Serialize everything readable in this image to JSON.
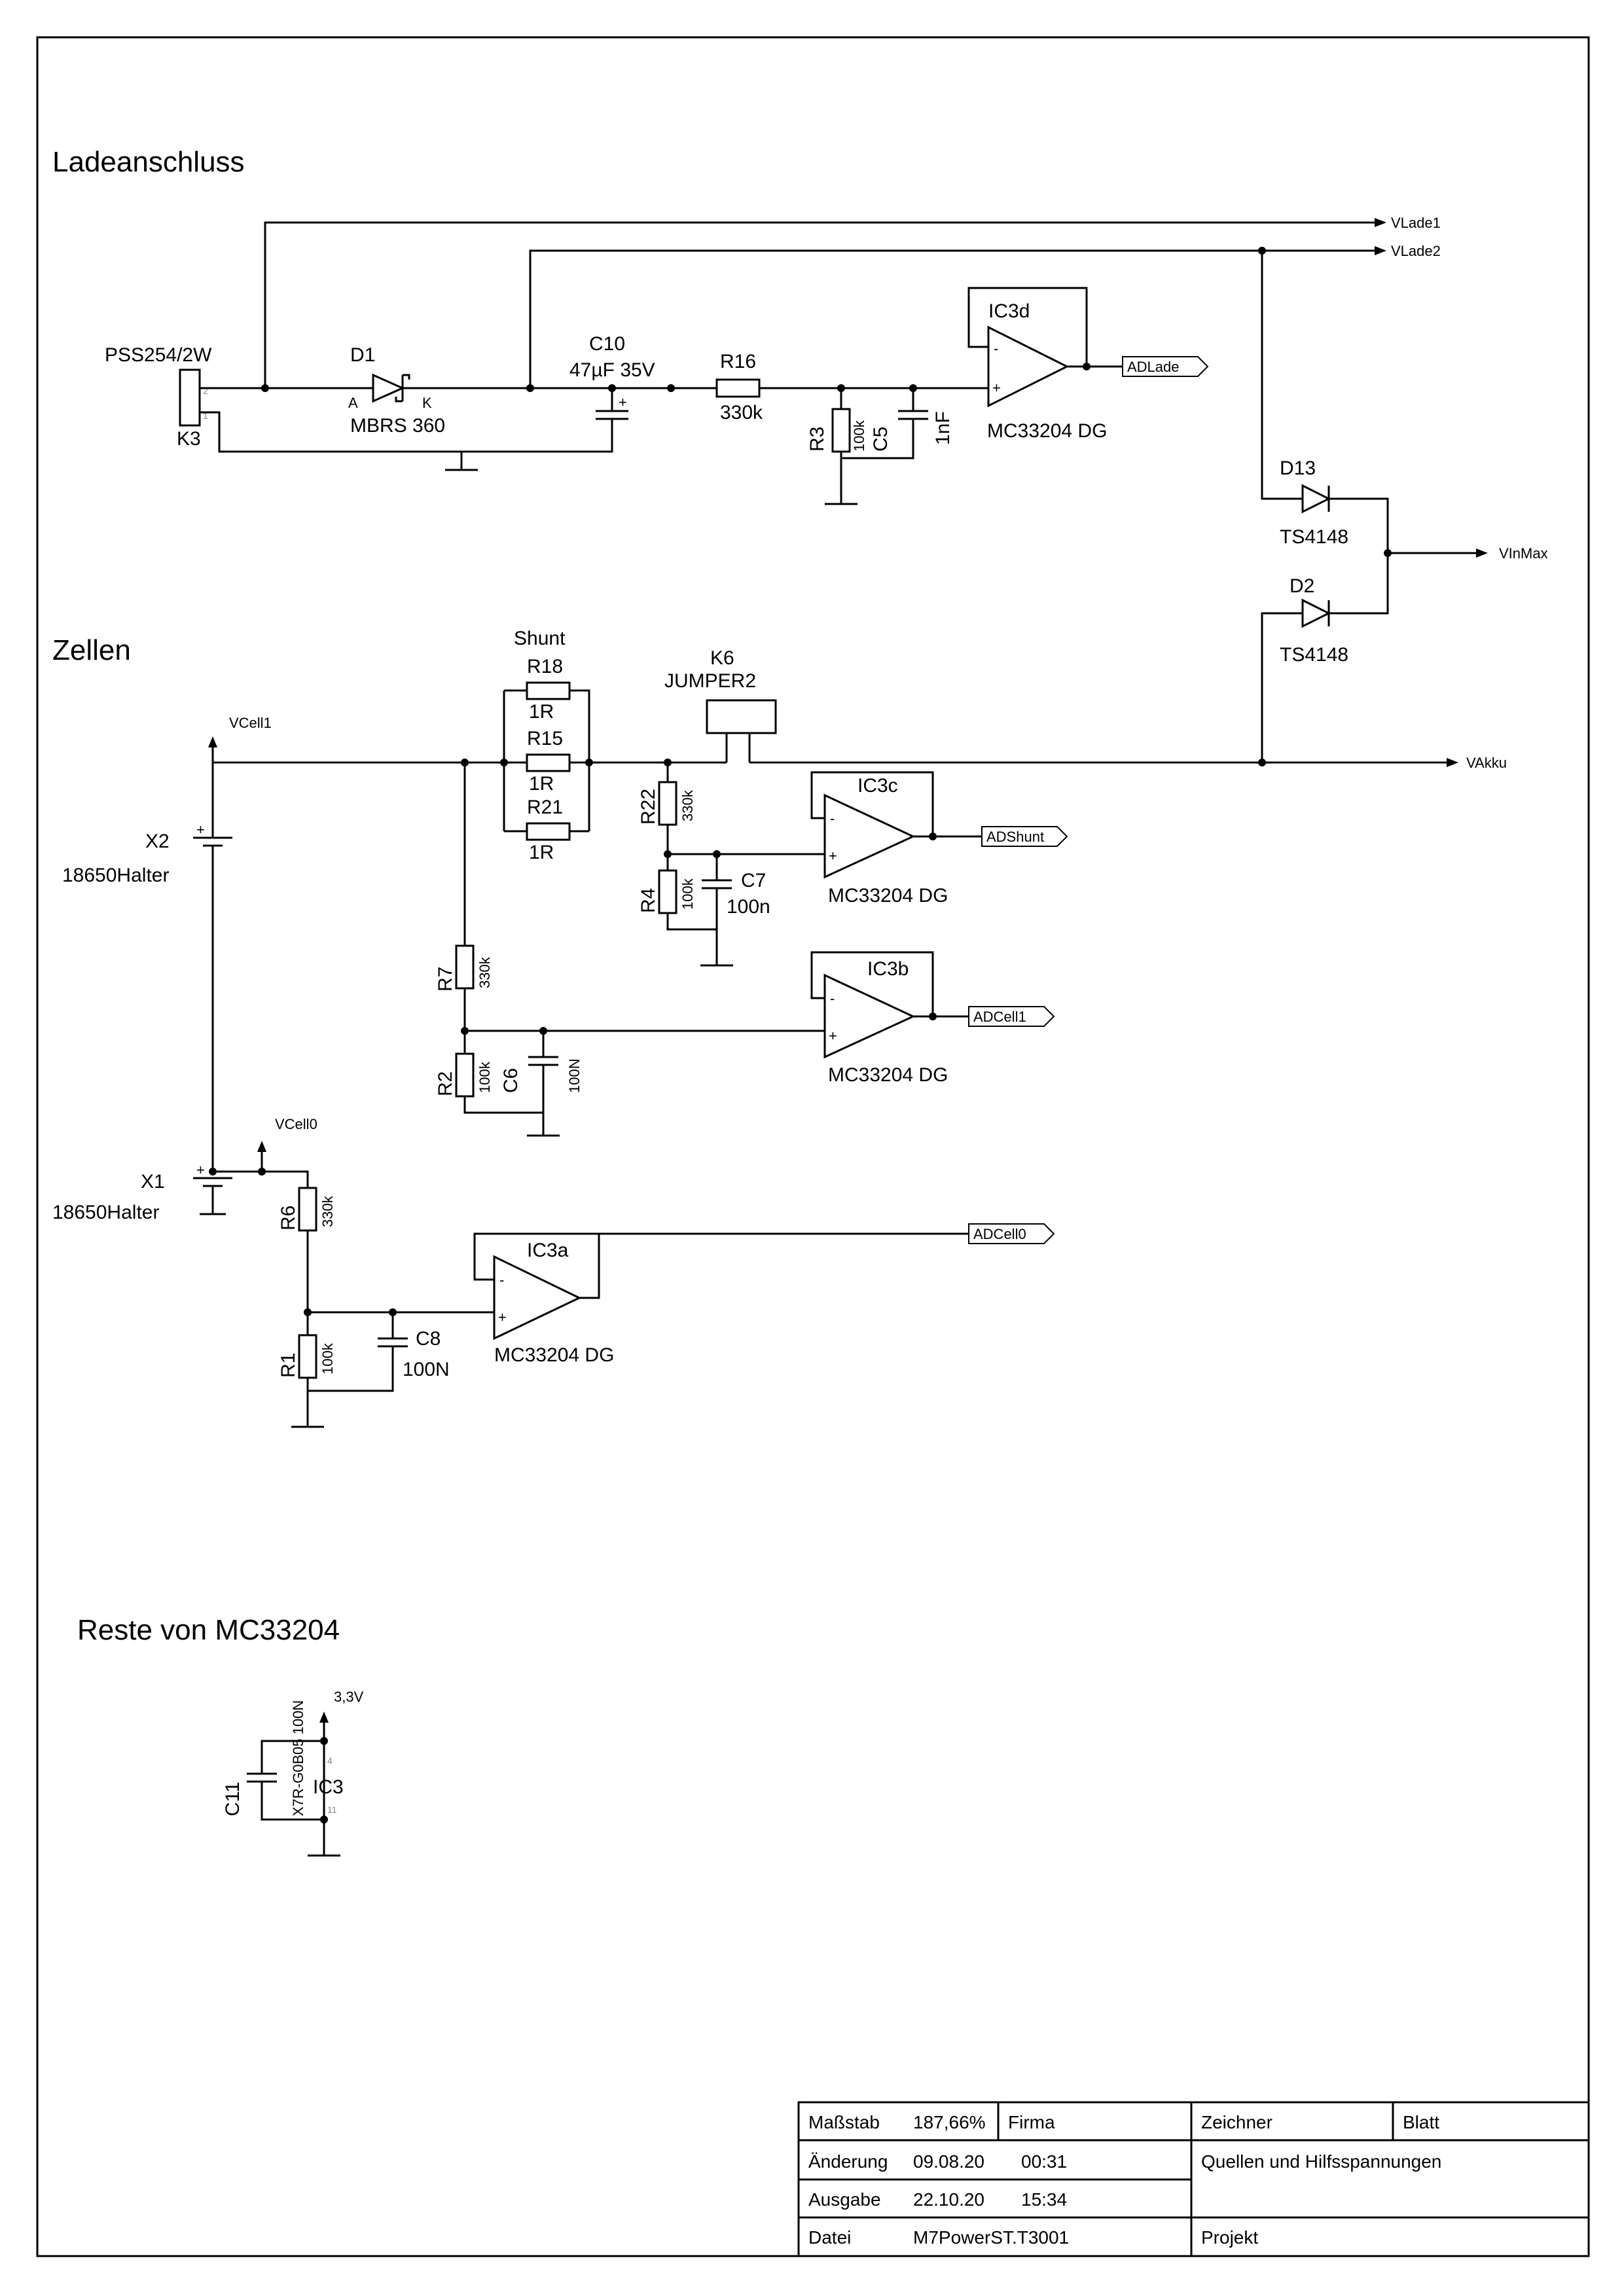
{
  "sections": {
    "ladeanschluss": "Ladeanschluss",
    "zellen": "Zellen",
    "reste": "Reste von MC33204"
  },
  "nets": {
    "vlade1": "VLade1",
    "vlade2": "VLade2",
    "vinmax": "VInMax",
    "vakku": "VAkku",
    "vcell1": "VCell1",
    "vcell0": "VCell0",
    "supply": "3,3V"
  },
  "ports": {
    "adlade": "ADLade",
    "adshunt": "ADShunt",
    "adcell1": "ADCell1",
    "adcell0": "ADCell0"
  },
  "components": {
    "k3": {
      "ref": "K3",
      "value": "PSS254/2W"
    },
    "d1": {
      "ref": "D1",
      "value": "MBRS 360",
      "anode": "A",
      "cathode": "K"
    },
    "c10": {
      "ref": "C10",
      "value": "47µF 35V"
    },
    "r16": {
      "ref": "R16",
      "value": "330k"
    },
    "r3": {
      "ref": "R3",
      "value": "100k"
    },
    "c5": {
      "ref": "C5",
      "value": "1nF"
    },
    "ic3d": {
      "ref": "IC3d",
      "value": "MC33204 DG"
    },
    "d13": {
      "ref": "D13",
      "value": "TS4148"
    },
    "d2": {
      "ref": "D2",
      "value": "TS4148"
    },
    "shunt": "Shunt",
    "r18": {
      "ref": "R18",
      "value": "1R"
    },
    "r15": {
      "ref": "R15",
      "value": "1R"
    },
    "r21": {
      "ref": "R21",
      "value": "1R"
    },
    "k6": {
      "ref": "K6",
      "value": "JUMPER2"
    },
    "r22": {
      "ref": "R22",
      "value": "330k"
    },
    "r4": {
      "ref": "R4",
      "value": "100k"
    },
    "c7": {
      "ref": "C7",
      "value": "100n"
    },
    "ic3c": {
      "ref": "IC3c",
      "value": "MC33204 DG"
    },
    "r7": {
      "ref": "R7",
      "value": "330k"
    },
    "r2": {
      "ref": "R2",
      "value": "100k"
    },
    "c6": {
      "ref": "C6",
      "value": "100N"
    },
    "ic3b": {
      "ref": "IC3b",
      "value": "MC33204 DG"
    },
    "x2": {
      "ref": "X2",
      "value": "18650Halter"
    },
    "x1": {
      "ref": "X1",
      "value": "18650Halter"
    },
    "r6": {
      "ref": "R6",
      "value": "330k"
    },
    "r1": {
      "ref": "R1",
      "value": "100k"
    },
    "c8": {
      "ref": "C8",
      "value": "100N"
    },
    "ic3a": {
      "ref": "IC3a",
      "value": "MC33204 DG"
    },
    "c11": {
      "ref": "C11",
      "value": "X7R-G0B05 100N"
    },
    "ic3": {
      "ref": "IC3"
    }
  },
  "title_block": {
    "massstab_label": "Maßstab",
    "massstab_value": "187,66%",
    "firma_label": "Firma",
    "zeichner_label": "Zeichner",
    "blatt_label": "Blatt",
    "aenderung_label": "Änderung",
    "aenderung_date": "09.08.20",
    "aenderung_time": "00:31",
    "ausgabe_label": "Ausgabe",
    "ausgabe_date": "22.10.20",
    "ausgabe_time": "15:34",
    "datei_label": "Datei",
    "datei_value": "M7PowerST.T3001",
    "sheet_title": "Quellen und Hilfsspannungen",
    "projekt_label": "Projekt"
  }
}
